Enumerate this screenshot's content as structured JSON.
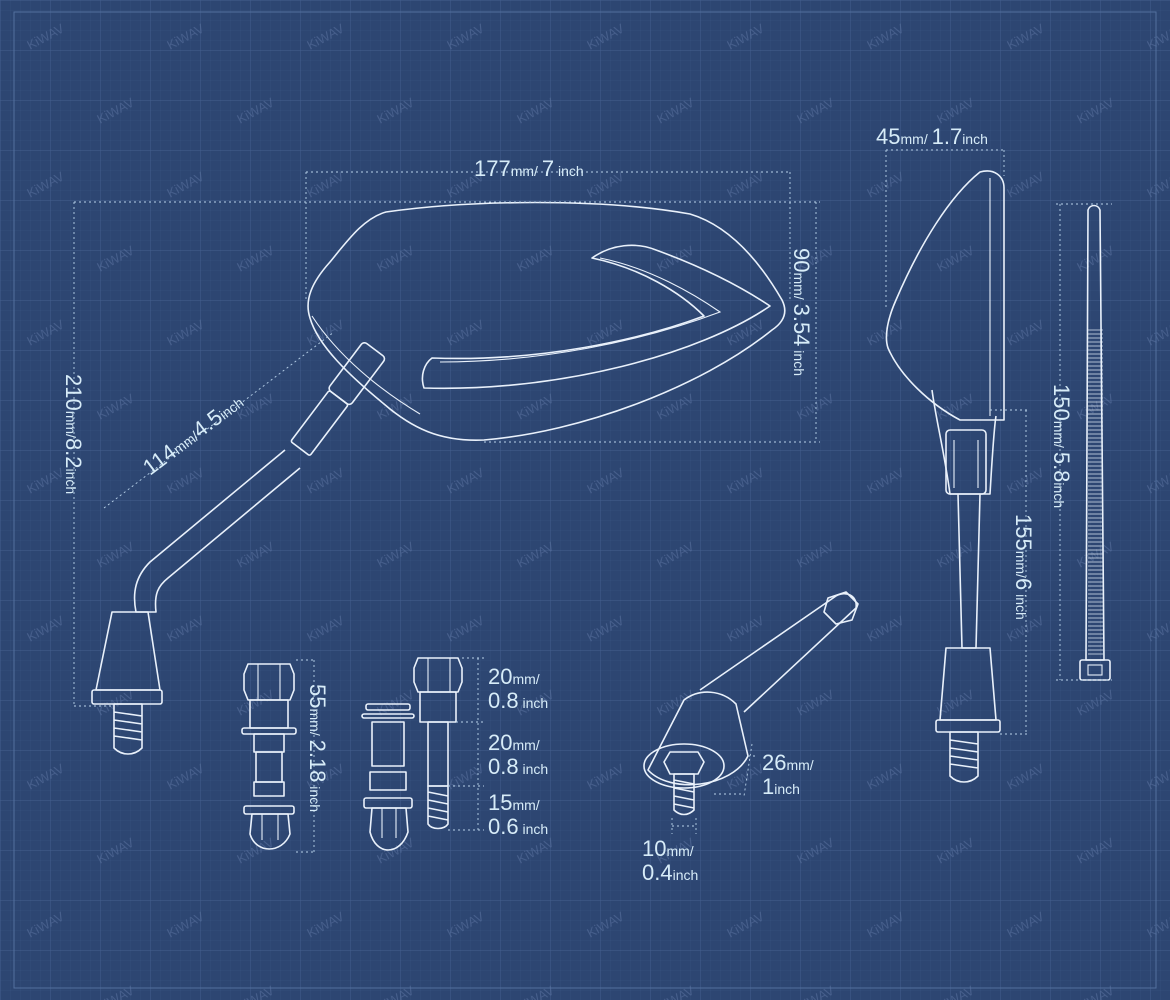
{
  "dimensions": {
    "width": {
      "num": "177",
      "unit1": "mm",
      "sep": "/ ",
      "num2": "7",
      "unit2": " inch"
    },
    "height": {
      "num": "90",
      "unit1": "mm",
      "sep": "/ ",
      "num2": "3.54",
      "unit2": " inch"
    },
    "depth": {
      "num": "45",
      "unit1": "mm",
      "sep": "/ ",
      "num2": "1.7",
      "unit2": "inch"
    },
    "total_height": {
      "num": "210",
      "unit1": "mm",
      "sep": "/",
      "num2": "8.2",
      "unit2": "inch"
    },
    "stem_length": {
      "num": "114",
      "unit1": "mm",
      "sep": "/",
      "num2": "4.5",
      "unit2": "inch"
    },
    "side_height": {
      "num": "150",
      "unit1": "mm",
      "sep": "/ ",
      "num2": "5.8",
      "unit2": "inch"
    },
    "side_stem": {
      "num": "155",
      "unit1": "mm",
      "sep": "/",
      "num2": "6",
      "unit2": " inch"
    },
    "bolt_length": {
      "num": "55",
      "unit1": "mm",
      "sep": "/ ",
      "num2": "2.18",
      "unit2": " inch"
    },
    "adapter_top": {
      "num": "20",
      "unit1": "mm/",
      "num2": "0.8",
      "unit2": " inch"
    },
    "adapter_mid": {
      "num": "20",
      "unit1": "mm/",
      "num2": "0.8",
      "unit2": " inch"
    },
    "adapter_thread": {
      "num": "15",
      "unit1": "mm/",
      "num2": "0.6",
      "unit2": " inch"
    },
    "base_diameter": {
      "num": "26",
      "unit1": "mm/",
      "num2": "1",
      "unit2": "inch"
    },
    "thread_diameter": {
      "num": "10",
      "unit1": "mm/",
      "num2": "0.4",
      "unit2": "inch"
    }
  },
  "watermark": "KiWAV",
  "colors": {
    "background": "#2d4672",
    "line": "#e9f1fb",
    "text": "#d7ecf8"
  }
}
